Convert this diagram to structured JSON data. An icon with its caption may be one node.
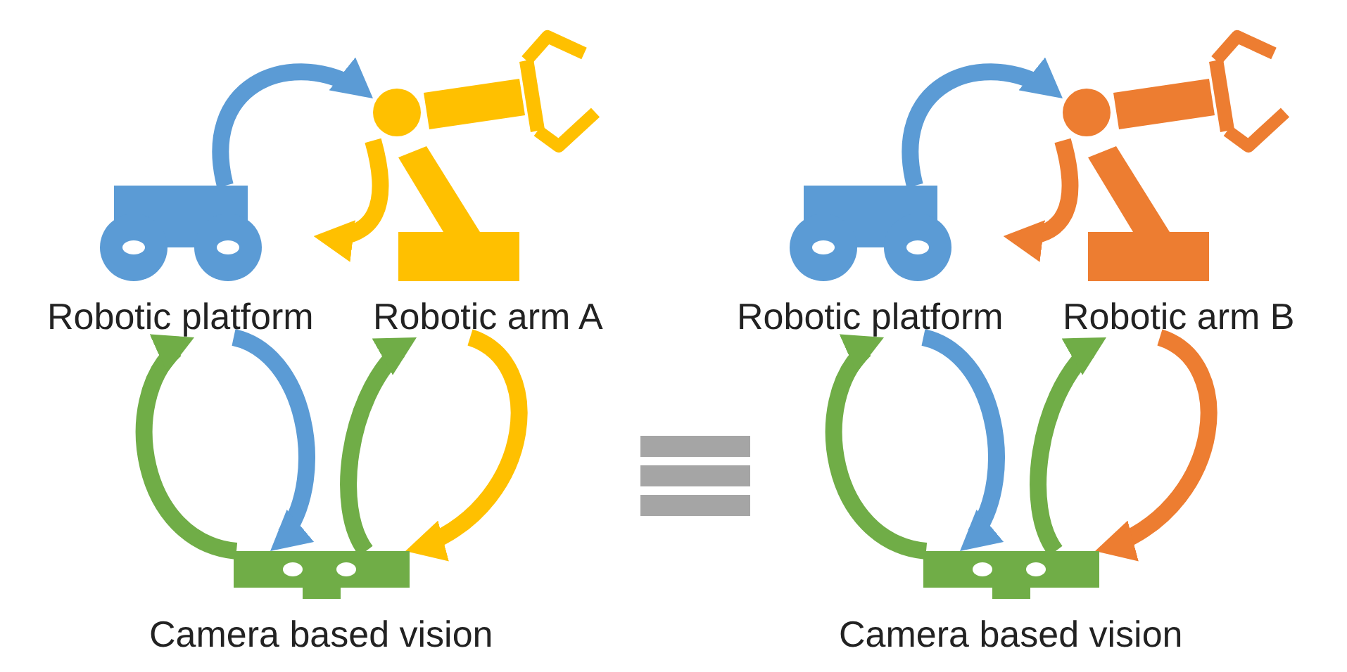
{
  "diagram": {
    "nodes": [
      {
        "text": [
          "Robotic platform"
        ]
      },
      {
        "text": [
          "Robotic arm A"
        ]
      },
      {
        "text": [
          "Robotic platform"
        ]
      },
      {
        "text": [
          "Robotic arm B"
        ]
      },
      {
        "text": [
          "Camera based vision"
        ]
      },
      {
        "text": [
          "Camera based vision"
        ]
      }
    ],
    "edges": [
      {
        "from": 0,
        "to": 1,
        "arrow": "to",
        "color": "#5b9bd5"
      },
      {
        "from": 1,
        "to": 0,
        "arrow": "to",
        "color": "#ffc000"
      },
      {
        "from": 4,
        "to": 0,
        "arrow": "to",
        "color": "#70ad47"
      },
      {
        "from": 0,
        "to": 4,
        "arrow": "to",
        "color": "#5b9bd5"
      },
      {
        "from": 4,
        "to": 1,
        "arrow": "to",
        "color": "#70ad47"
      },
      {
        "from": 1,
        "to": 4,
        "arrow": "to",
        "color": "#ffc000"
      },
      {
        "from": 2,
        "to": 3,
        "arrow": "to",
        "color": "#5b9bd5"
      },
      {
        "from": 3,
        "to": 2,
        "arrow": "to",
        "color": "#ed7d31"
      },
      {
        "from": 5,
        "to": 2,
        "arrow": "to",
        "color": "#70ad47"
      },
      {
        "from": 2,
        "to": 5,
        "arrow": "to",
        "color": "#5b9bd5"
      },
      {
        "from": 5,
        "to": 3,
        "arrow": "to",
        "color": "#70ad47"
      },
      {
        "from": 3,
        "to": 5,
        "arrow": "to",
        "color": "#ed7d31"
      }
    ]
  }
}
